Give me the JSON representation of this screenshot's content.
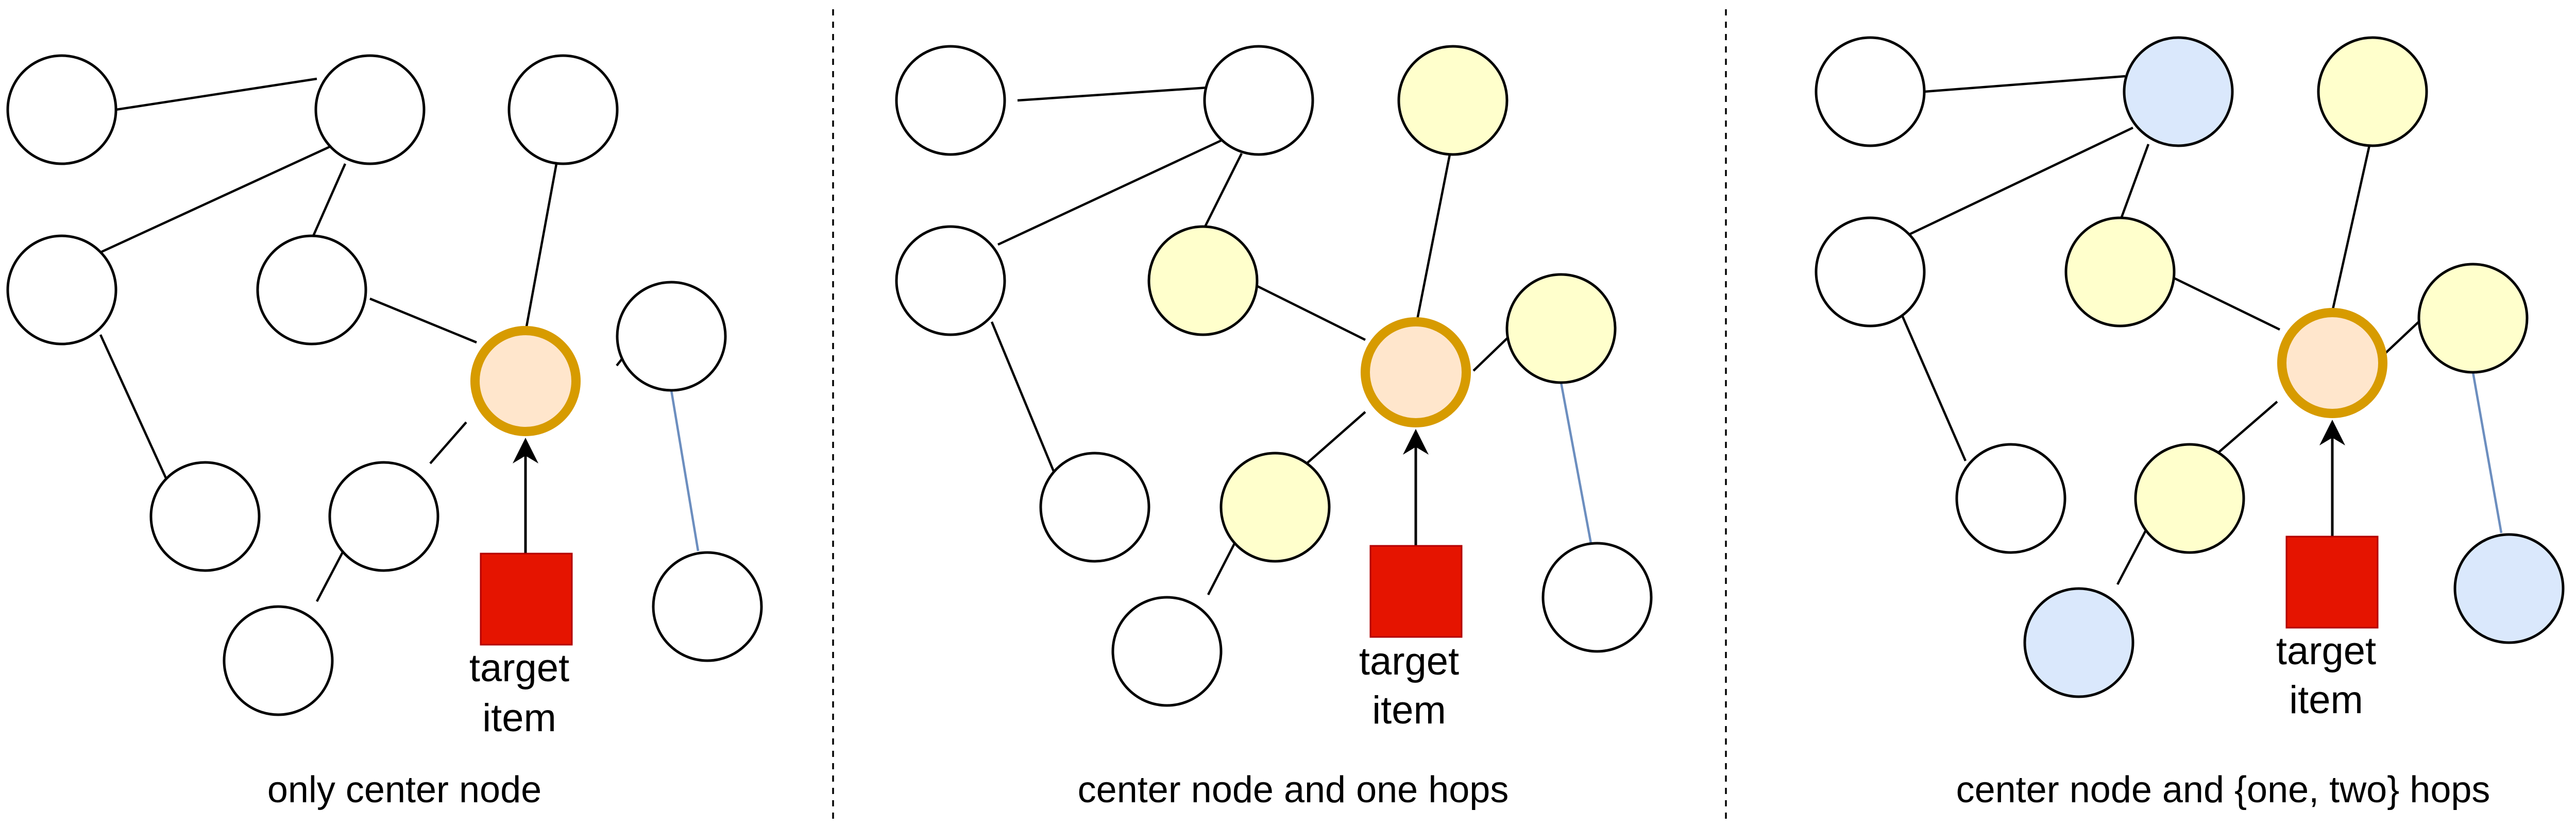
{
  "panels": [
    {
      "caption": "only center node",
      "target_line1": "target",
      "target_line2": "item"
    },
    {
      "caption": "center node and one hops",
      "target_line1": "target",
      "target_line2": "item"
    },
    {
      "caption": "center node and {one, two} hops",
      "target_line1": "target",
      "target_line2": "item"
    }
  ],
  "colors": {
    "background": "#ffffff",
    "node_fill_plain": "#ffffff",
    "node_fill_one_hop": "#ffffcc",
    "node_fill_two_hop": "#dae8fc",
    "center_fill": "#ffe6cc",
    "center_stroke": "#d79b00",
    "target_fill": "#e51400",
    "blue_edge": "#6c8ebf"
  }
}
